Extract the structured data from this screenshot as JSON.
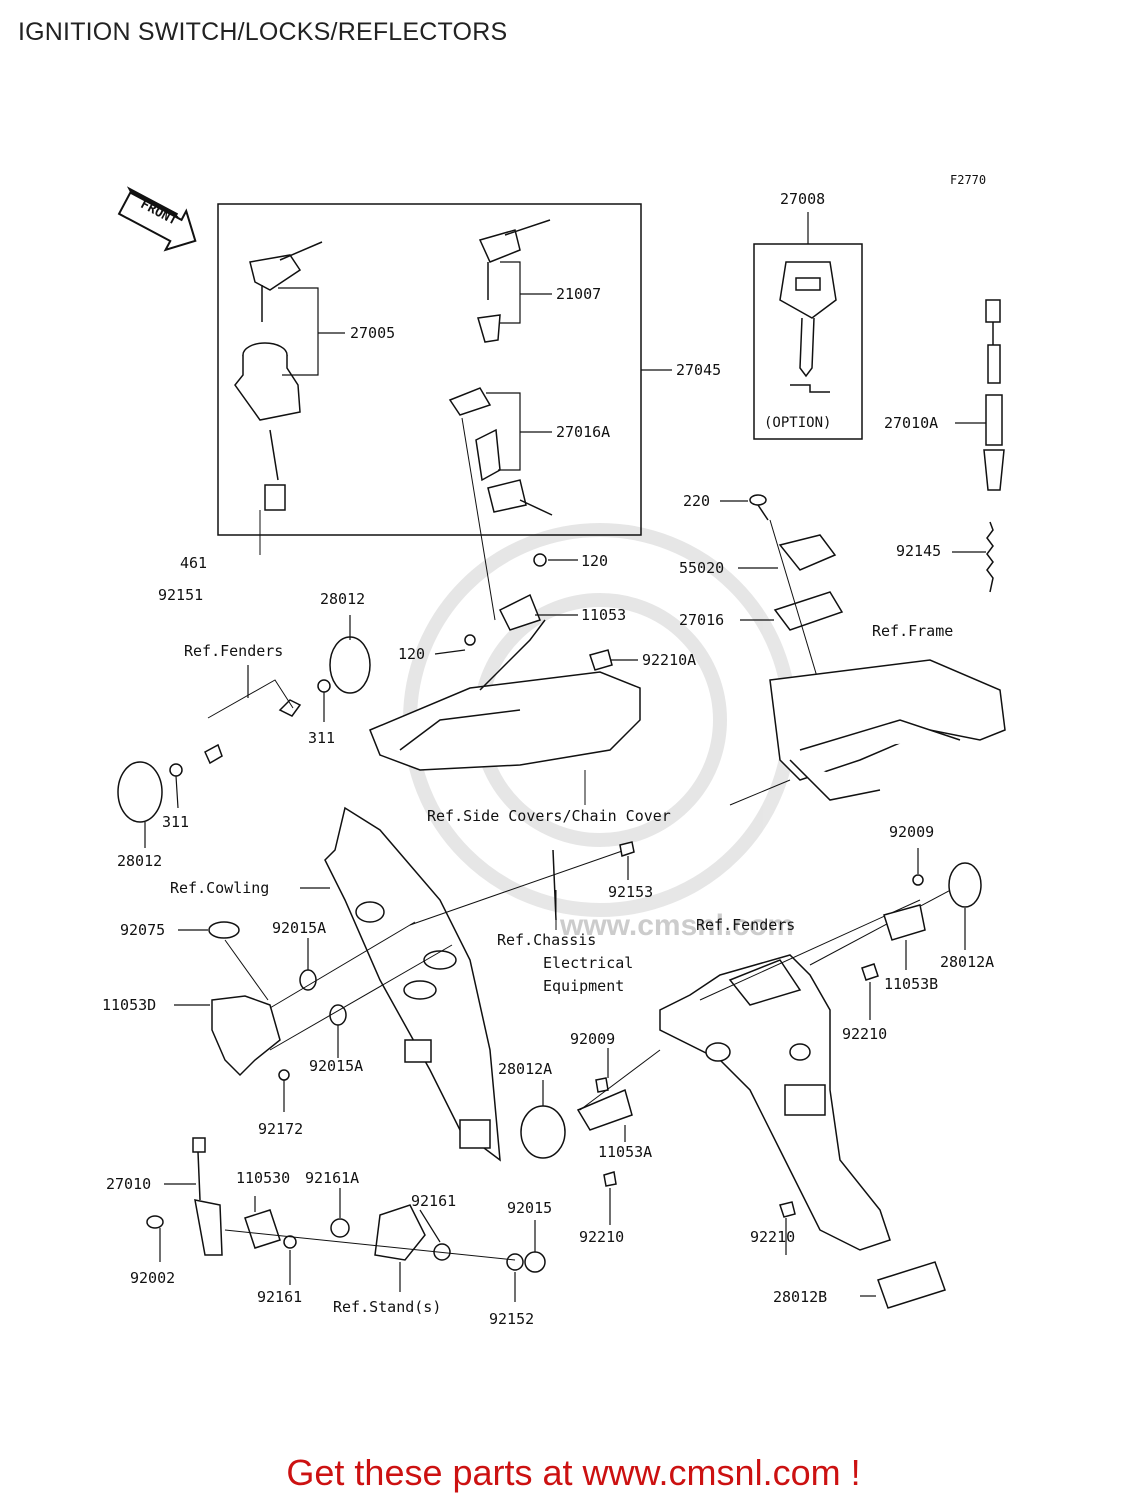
{
  "title": "IGNITION SWITCH/LOCKS/REFLECTORS",
  "figure_code": "F2770",
  "front_label": "FRONT",
  "option_label": "(OPTION)",
  "watermark": "www.cmsnl.com",
  "footer": "Get these parts at www.cmsnl.com !",
  "callouts": [
    {
      "id": "c27008",
      "text": "27008"
    },
    {
      "id": "c27005",
      "text": "27005"
    },
    {
      "id": "c21007",
      "text": "21007"
    },
    {
      "id": "c27045",
      "text": "27045"
    },
    {
      "id": "c27016A",
      "text": "27016A"
    },
    {
      "id": "c27010A",
      "text": "27010A"
    },
    {
      "id": "c220",
      "text": "220"
    },
    {
      "id": "c92145",
      "text": "92145"
    },
    {
      "id": "c461",
      "text": "461"
    },
    {
      "id": "c92151",
      "text": "92151"
    },
    {
      "id": "c120a",
      "text": "120"
    },
    {
      "id": "c55020",
      "text": "55020"
    },
    {
      "id": "c28012a",
      "text": "28012"
    },
    {
      "id": "c11053",
      "text": "11053"
    },
    {
      "id": "c27016",
      "text": "27016"
    },
    {
      "id": "c120b",
      "text": "120"
    },
    {
      "id": "c92210A",
      "text": "92210A"
    },
    {
      "id": "cRefFrame",
      "text": "Ref.Frame"
    },
    {
      "id": "cRefFenders1",
      "text": "Ref.Fenders"
    },
    {
      "id": "c311a",
      "text": "311"
    },
    {
      "id": "c311b",
      "text": "311"
    },
    {
      "id": "cRefSide",
      "text": "Ref.Side Covers/Chain Cover"
    },
    {
      "id": "c28012b",
      "text": "28012"
    },
    {
      "id": "c92009a",
      "text": "92009"
    },
    {
      "id": "cRefCowling",
      "text": "Ref.Cowling"
    },
    {
      "id": "c92153",
      "text": "92153"
    },
    {
      "id": "c92075",
      "text": "92075"
    },
    {
      "id": "c92015Aa",
      "text": "92015A"
    },
    {
      "id": "cRefChassis1",
      "text": "Ref.Chassis"
    },
    {
      "id": "cRefChassis2",
      "text": "Electrical"
    },
    {
      "id": "cRefChassis3",
      "text": "Equipment"
    },
    {
      "id": "cRefFenders2",
      "text": "Ref.Fenders"
    },
    {
      "id": "c28012Aa",
      "text": "28012A"
    },
    {
      "id": "c11053B",
      "text": "11053B"
    },
    {
      "id": "c11053D",
      "text": "11053D"
    },
    {
      "id": "c92210a",
      "text": "92210"
    },
    {
      "id": "c92009b",
      "text": "92009"
    },
    {
      "id": "c92015Ab",
      "text": "92015A"
    },
    {
      "id": "c28012Ab",
      "text": "28012A"
    },
    {
      "id": "c11053A",
      "text": "11053A"
    },
    {
      "id": "c92172",
      "text": "92172"
    },
    {
      "id": "c27010",
      "text": "27010"
    },
    {
      "id": "c110530",
      "text": "110530"
    },
    {
      "id": "c92161A",
      "text": "92161A"
    },
    {
      "id": "c92161a",
      "text": "92161"
    },
    {
      "id": "c92015",
      "text": "92015"
    },
    {
      "id": "c92210b",
      "text": "92210"
    },
    {
      "id": "c92002",
      "text": "92002"
    },
    {
      "id": "c92161b",
      "text": "92161"
    },
    {
      "id": "cRefStand",
      "text": "Ref.Stand(s)"
    },
    {
      "id": "c92152",
      "text": "92152"
    },
    {
      "id": "c92210c",
      "text": "92210"
    },
    {
      "id": "c28012B",
      "text": "28012B"
    }
  ]
}
